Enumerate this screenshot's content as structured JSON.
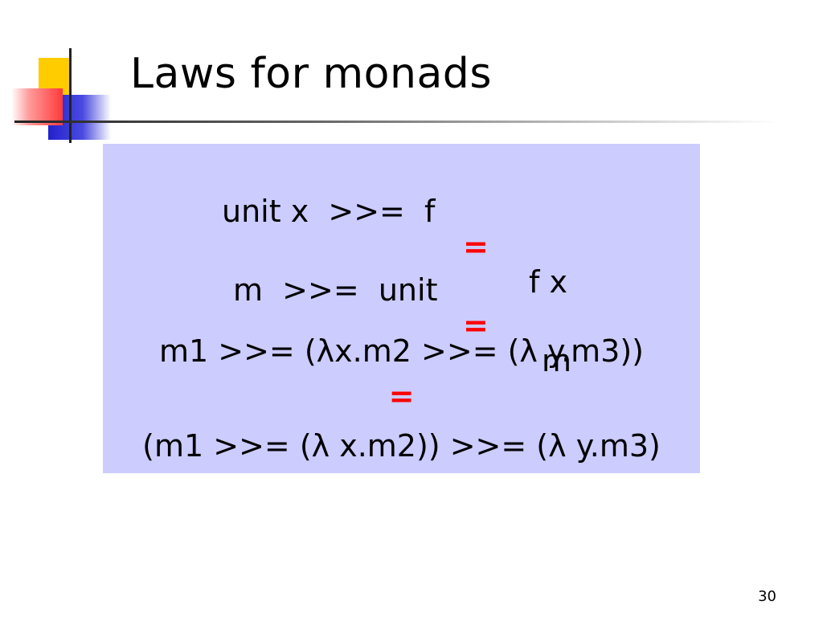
{
  "slide": {
    "title": "Laws for monads",
    "page_number": "30"
  },
  "laws": {
    "left_identity": {
      "lhs": "unit x  >>=  f",
      "equals": "=",
      "rhs": "f x"
    },
    "right_identity": {
      "lhs": "m  >>=  unit",
      "equals": "=",
      "rhs": "m"
    },
    "associativity": {
      "lhs": "m1 >>= (λx.m2 >>= (λ y.m3))",
      "equals": "=",
      "rhs": "(m1 >>= (λ x.m2)) >>= (λ y.m3)"
    }
  },
  "colors": {
    "box_background": "#ccccff",
    "equals_sign": "#ff0000",
    "logo_yellow": "#ffcc00",
    "logo_blue": "#2222cc",
    "logo_red": "#ff3a3a"
  }
}
